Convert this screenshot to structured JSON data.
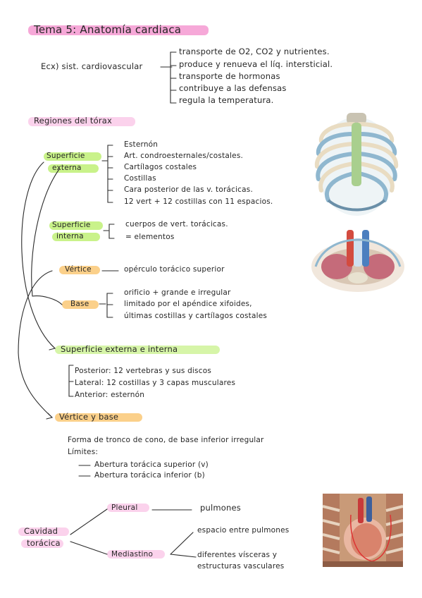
{
  "title": "Tema 5: Anatomía cardiaca",
  "intro": {
    "label": "Ecx) sist. cardiovascular",
    "items": [
      "transporte de O2, CO2 y nutrientes.",
      "produce y renueva el líq. intersticial.",
      "transporte de hormonas",
      "contribuye a las defensas",
      "regula la temperatura."
    ]
  },
  "regiones": {
    "heading": "Regiones del tórax",
    "sup_externa": {
      "label_1": "Superficie",
      "label_2": "externa",
      "items": [
        "Esternón",
        "Art. condroesternales/costales.",
        "Cartílagos costales",
        "Costillas",
        "Cara posterior de las v. torácicas.",
        "12 vert + 12 costillas con 11 espacios."
      ]
    },
    "sup_interna": {
      "label_1": "Superficie",
      "label_2": "interna",
      "items": [
        "cuerpos de vert. torácicas.",
        "= elementos"
      ]
    },
    "vertice": {
      "label": "Vértice",
      "item": "opérculo torácico superior"
    },
    "base": {
      "label": "Base",
      "items": [
        "orificio + grande e irregular",
        "limitado por el apéndice xifoides,",
        "últimas costillas y cartílagos costales"
      ]
    }
  },
  "sup_ext_int": {
    "heading": "Superficie externa e interna",
    "items": [
      "Posterior: 12 vertebras y sus discos",
      "Lateral: 12 costillas y 3 capas musculares",
      "Anterior: esternón"
    ]
  },
  "vertice_base": {
    "heading": "Vértice y base",
    "line_1": "Forma de tronco de cono, de base inferior irregular",
    "line_2": "Límites:",
    "items": [
      "Abertura torácica superior (v)",
      "Abertura torácica inferior (b)"
    ]
  },
  "cavidad": {
    "label_1": "Cavidad",
    "label_2": "torácica",
    "pleural": {
      "label": "Pleural",
      "item": "pulmones"
    },
    "mediastino": {
      "label": "Mediastino",
      "item_1": "espacio entre pulmones",
      "item_2a": "diferentes vísceras y",
      "item_2b": "estructuras vasculares"
    }
  },
  "colors": {
    "pink": "#f6a8d8",
    "green": "#c9f28a",
    "orange": "#fbd08a",
    "ink": "#262626"
  },
  "images": [
    "rib-cage-illustration",
    "thoracic-inlet-illustration",
    "mediastinum-dissection-photo"
  ]
}
